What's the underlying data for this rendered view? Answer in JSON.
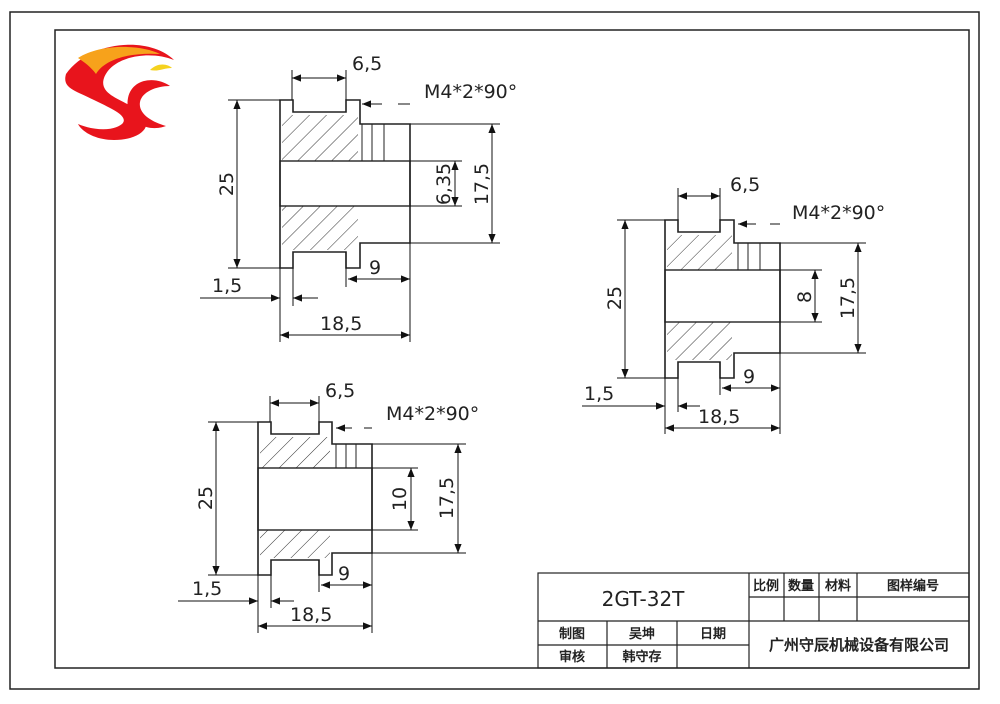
{
  "views": [
    {
      "chamfer_note": "M4*2*90°",
      "dim_top": "6,5",
      "dim_height": "25",
      "dim_bore": "6,35",
      "dim_hub": "17,5",
      "dim_flange": "1,5",
      "dim_step": "9",
      "dim_length": "18,5"
    },
    {
      "chamfer_note": "M4*2*90°",
      "dim_top": "6,5",
      "dim_height": "25",
      "dim_bore": "8",
      "dim_hub": "17,5",
      "dim_flange": "1,5",
      "dim_step": "9",
      "dim_length": "18,5"
    },
    {
      "chamfer_note": "M4*2*90°",
      "dim_top": "6,5",
      "dim_height": "25",
      "dim_bore": "10",
      "dim_hub": "17,5",
      "dim_flange": "1,5",
      "dim_step": "9",
      "dim_length": "18,5"
    }
  ],
  "title_block": {
    "part_name": "2GT-32T",
    "col_scale": "比例",
    "col_qty": "数量",
    "col_material": "材料",
    "col_drawing_no": "图样编号",
    "drawn_by_label": "制图",
    "drawn_by": "吴坤",
    "date_label": "日期",
    "checked_by_label": "审核",
    "checked_by": "韩守存",
    "company": "广州守辰机械设备有限公司"
  },
  "logo": {
    "text": "SC",
    "colors": [
      "#e8141c",
      "#f7a21b",
      "#f5d21f"
    ]
  }
}
